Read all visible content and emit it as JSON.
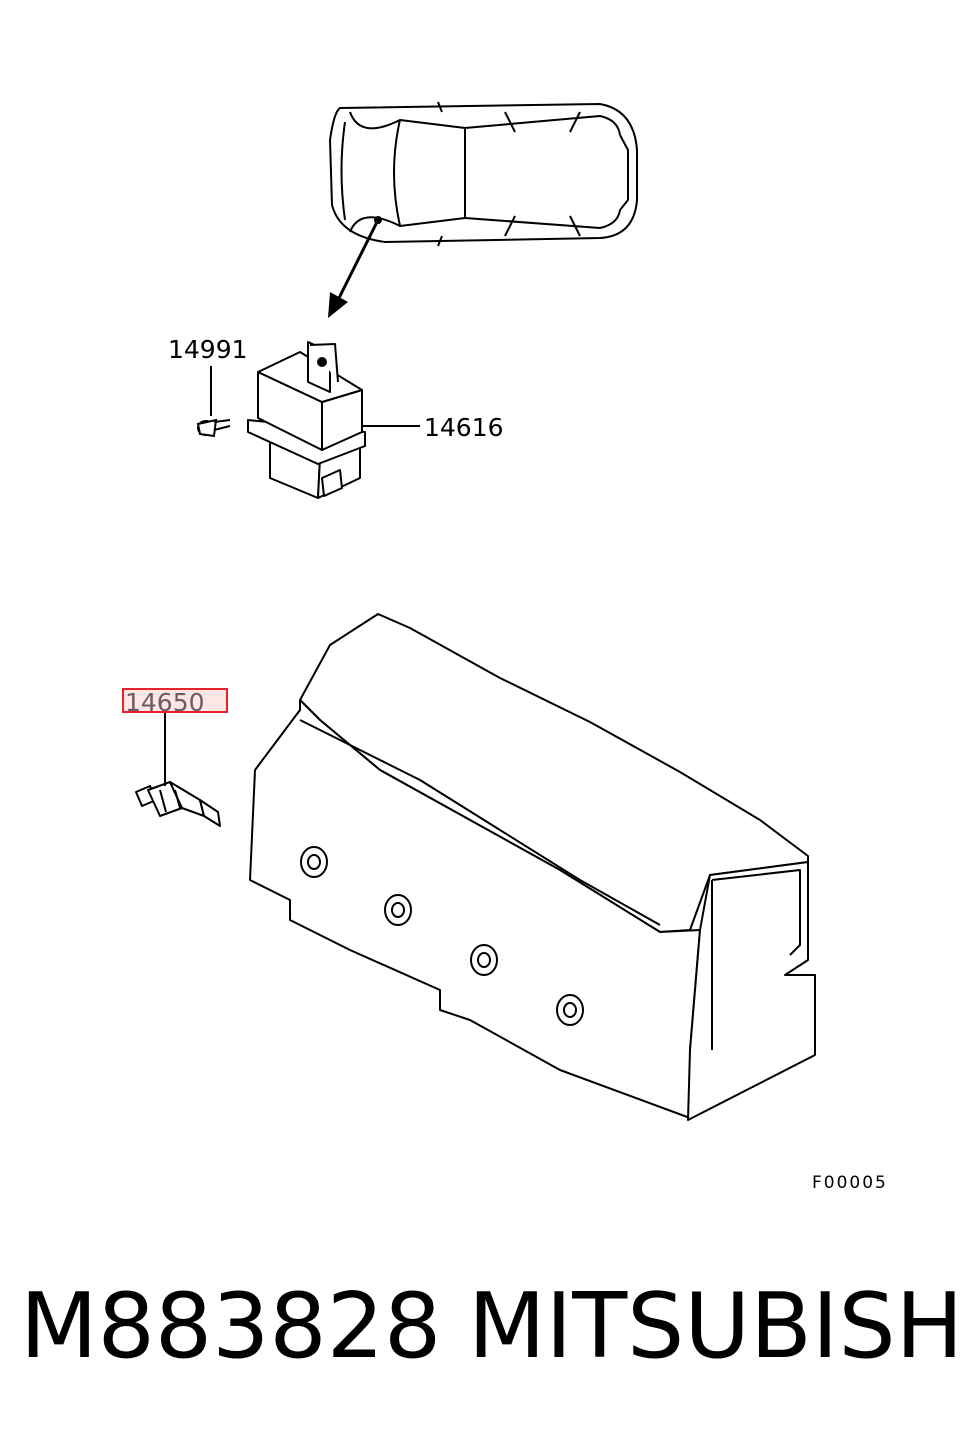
{
  "diagram": {
    "callouts": {
      "bolt": "14991",
      "relay": "14616",
      "glow_plug": "14650"
    },
    "figure_id": "F00005",
    "highlight_color": "#e8212a"
  },
  "footer": {
    "part_number": "M883828",
    "brand": "MITSUBISHI"
  }
}
